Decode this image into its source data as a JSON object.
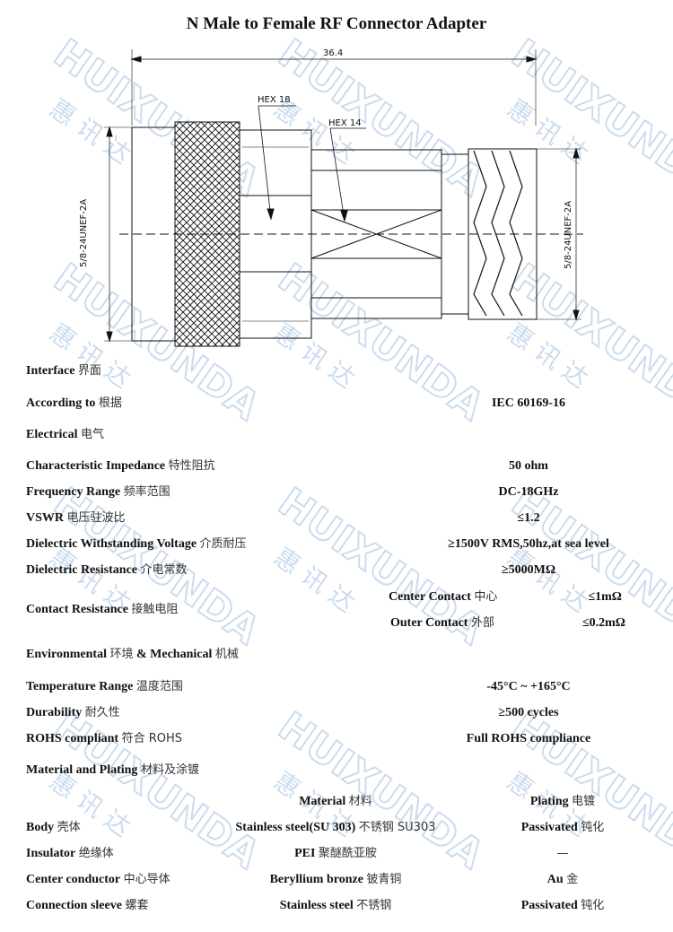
{
  "watermark": {
    "brand": "HUIXUNDA",
    "chinese": "惠 讯 达",
    "color": "#a9c6e4"
  },
  "title": "N Male to Female RF Connector Adapter",
  "drawing": {
    "length_dim": "36.4",
    "hex_big": "HEX 18",
    "hex_small": "HEX 14",
    "thread_left": "5/8-24UNEF-2A",
    "thread_right": "5/8-24UNEF-2A"
  },
  "specs": {
    "interface": {
      "en": "Interface",
      "cn": "界面"
    },
    "according": {
      "en": "According to",
      "cn": "根据",
      "value": "IEC 60169-16"
    },
    "electrical": {
      "en": "Electrical",
      "cn": "电气"
    },
    "impedance": {
      "en": "Characteristic Impedance",
      "cn": "特性阻抗",
      "value": "50 ohm"
    },
    "frequency": {
      "en": "Frequency Range",
      "cn": "频率范围",
      "value": "DC-18GHz"
    },
    "vswr": {
      "en": "VSWR",
      "cn": "电压驻波比",
      "value": "≤1.2"
    },
    "withstanding": {
      "en": "Dielectric Withstanding Voltage",
      "cn": "介质耐压",
      "value": "≥1500V RMS,50hz,at sea level"
    },
    "dielectric_res": {
      "en": "Dielectric Resistance",
      "cn": "介电常数",
      "value": "≥5000MΩ"
    },
    "contact_res": {
      "en": "Contact Resistance",
      "cn": "接触电阻",
      "center": {
        "en": "Center Contact",
        "cn": "中心",
        "value": "≤1mΩ"
      },
      "outer": {
        "en": "Outer Contact",
        "cn": "外部",
        "value": "≤0.2mΩ"
      }
    },
    "environmental": {
      "en": "Environmental",
      "cn": "环境",
      "en2": "& Mechanical",
      "cn2": "机械"
    },
    "temperature": {
      "en": "Temperature Range",
      "cn": "温度范围",
      "value": "-45°C ~ +165°C"
    },
    "durability": {
      "en": "Durability",
      "cn": "耐久性",
      "value": "≥500 cycles"
    },
    "rohs": {
      "en": "ROHS compliant",
      "cn": "符合 ROHS",
      "value": "Full ROHS compliance"
    },
    "material_heading": {
      "en": "Material and Plating",
      "cn": "材料及涂镀"
    }
  },
  "materials": {
    "header_material": {
      "en": "Material",
      "cn": "材料"
    },
    "header_plating": {
      "en": "Plating",
      "cn": "电镀"
    },
    "rows": [
      {
        "part_en": "Body",
        "part_cn": "壳体",
        "mat_en": "Stainless steel(SU 303)",
        "mat_cn": "不锈钢 SU303",
        "plat_en": "Passivated",
        "plat_cn": "钝化"
      },
      {
        "part_en": "Insulator",
        "part_cn": "绝缘体",
        "mat_en": "PEI",
        "mat_cn": "聚醚酰亚胺",
        "plat_en": "—",
        "plat_cn": ""
      },
      {
        "part_en": "Center conductor",
        "part_cn": "中心导体",
        "mat_en": "Beryllium bronze",
        "mat_cn": "铍青铜",
        "plat_en": "Au",
        "plat_cn": "金"
      },
      {
        "part_en": "Connection sleeve",
        "part_cn": "螺套",
        "mat_en": "Stainless steel",
        "mat_cn": "不锈钢",
        "plat_en": "Passivated",
        "plat_cn": "钝化"
      }
    ]
  }
}
